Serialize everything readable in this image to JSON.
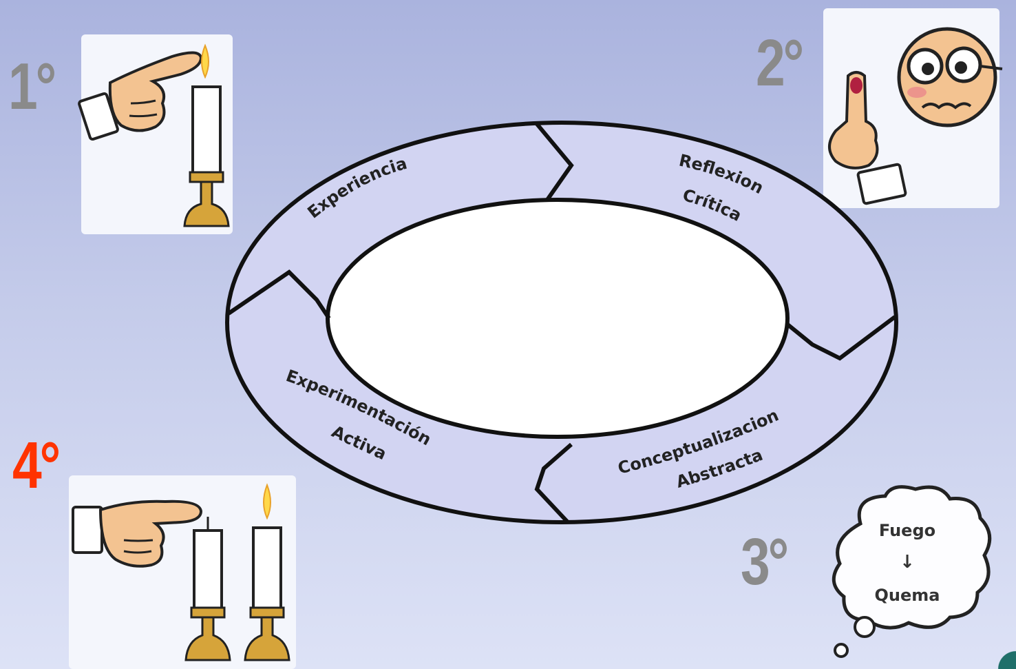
{
  "steps": [
    {
      "label": "1°",
      "color": "#8a8a8a"
    },
    {
      "label": "2°",
      "color": "#8a8a8a"
    },
    {
      "label": "3°",
      "color": "#8a8a8a"
    },
    {
      "label": "4°",
      "color": "#ff3300"
    }
  ],
  "cycle": {
    "experiencia": "Experiencia",
    "reflexion_1": "Reflexion",
    "reflexion_2": "Crítica",
    "conceptualizacion_1": "Conceptualizacion",
    "conceptualizacion_2": "Abstracta",
    "experimentacion_1": "Experimentación",
    "experimentacion_2": "Activa"
  },
  "thought": {
    "top": "Fuego",
    "arrow": "↓",
    "bottom": "Quema"
  },
  "colors": {
    "ring_fill": "#d2d4f2",
    "outline": "#111111",
    "skin": "#f3c391",
    "candle": "#ffffff",
    "brass": "#d6a43a",
    "flame": "#ffd84a"
  }
}
